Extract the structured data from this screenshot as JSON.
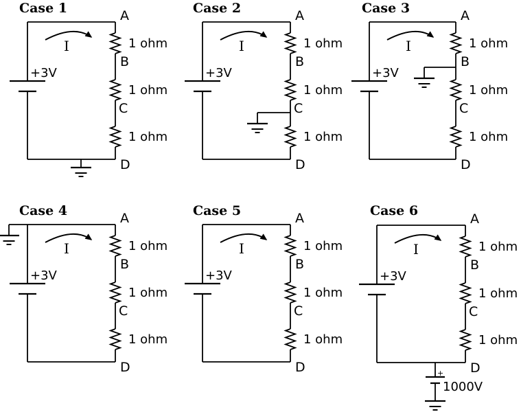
{
  "colors": {
    "line": "#000000",
    "text": "#000000",
    "background": "#ffffff"
  },
  "cases": [
    {
      "title": "Case 1",
      "battery_label": "+3V",
      "current_label": "I",
      "node_labels": [
        "A",
        "B",
        "C",
        "D"
      ],
      "resistor_labels": [
        "1 ohm",
        "1 ohm",
        "1 ohm"
      ],
      "ground_icon_at": "bottom-wire-below-D"
    },
    {
      "title": "Case 2",
      "battery_label": "+3V",
      "current_label": "I",
      "node_labels": [
        "A",
        "B",
        "C",
        "D"
      ],
      "resistor_labels": [
        "1 ohm",
        "1 ohm",
        "1 ohm"
      ],
      "ground_icon_at": "node-C"
    },
    {
      "title": "Case 3",
      "battery_label": "+3V",
      "current_label": "I",
      "node_labels": [
        "A",
        "B",
        "C",
        "D"
      ],
      "resistor_labels": [
        "1 ohm",
        "1 ohm",
        "1 ohm"
      ],
      "ground_icon_at": "node-B"
    },
    {
      "title": "Case 4",
      "battery_label": "+3V",
      "current_label": "I",
      "node_labels": [
        "A",
        "B",
        "C",
        "D"
      ],
      "resistor_labels": [
        "1 ohm",
        "1 ohm",
        "1 ohm"
      ],
      "ground_icon_at": "top-left-corner"
    },
    {
      "title": "Case 5",
      "battery_label": "+3V",
      "current_label": "I",
      "node_labels": [
        "A",
        "B",
        "C",
        "D"
      ],
      "resistor_labels": [
        "1 ohm",
        "1 ohm",
        "1 ohm"
      ],
      "ground_icon_at": "none"
    },
    {
      "title": "Case 6",
      "battery_label": "+3V",
      "current_label": "I",
      "node_labels": [
        "A",
        "B",
        "C",
        "D"
      ],
      "resistor_labels": [
        "1 ohm",
        "1 ohm",
        "1 ohm"
      ],
      "ground_icon_at": "below-D-through-battery",
      "extra_battery": {
        "polarity_label": "+",
        "voltage_label": "1000V"
      }
    }
  ]
}
